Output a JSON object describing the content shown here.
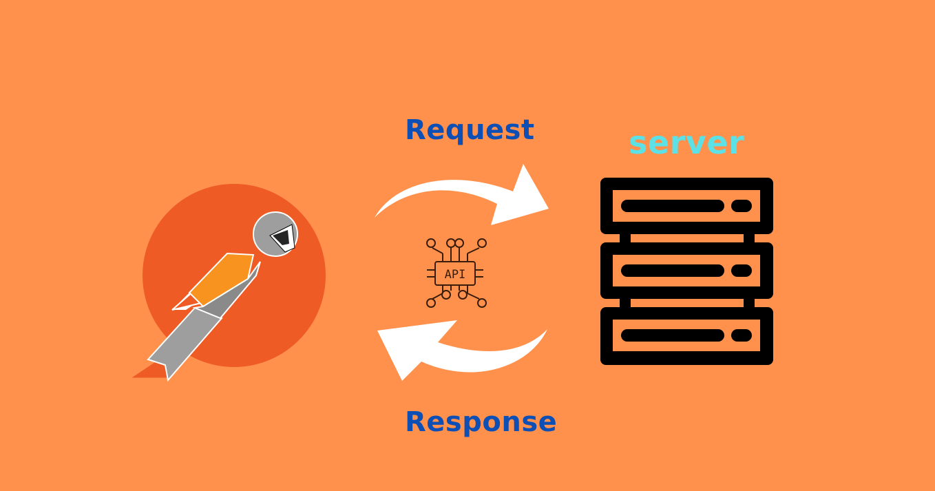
{
  "labels": {
    "request": "Request",
    "response": "Response",
    "server": "server",
    "api_chip": "API"
  },
  "icons": {
    "client": "postman-astronaut-logo-icon",
    "api": "api-chip-icon",
    "server": "server-rack-icon",
    "request_arrow": "curved-arrow-right-icon",
    "response_arrow": "curved-arrow-left-icon"
  },
  "colors": {
    "background": "#FF914D",
    "label_blue": "#0D4FB5",
    "server_cyan": "#5CE1E6",
    "logo_circle": "#EF5B25",
    "arrow": "#FFFFFF",
    "server_fill": "#000000"
  }
}
